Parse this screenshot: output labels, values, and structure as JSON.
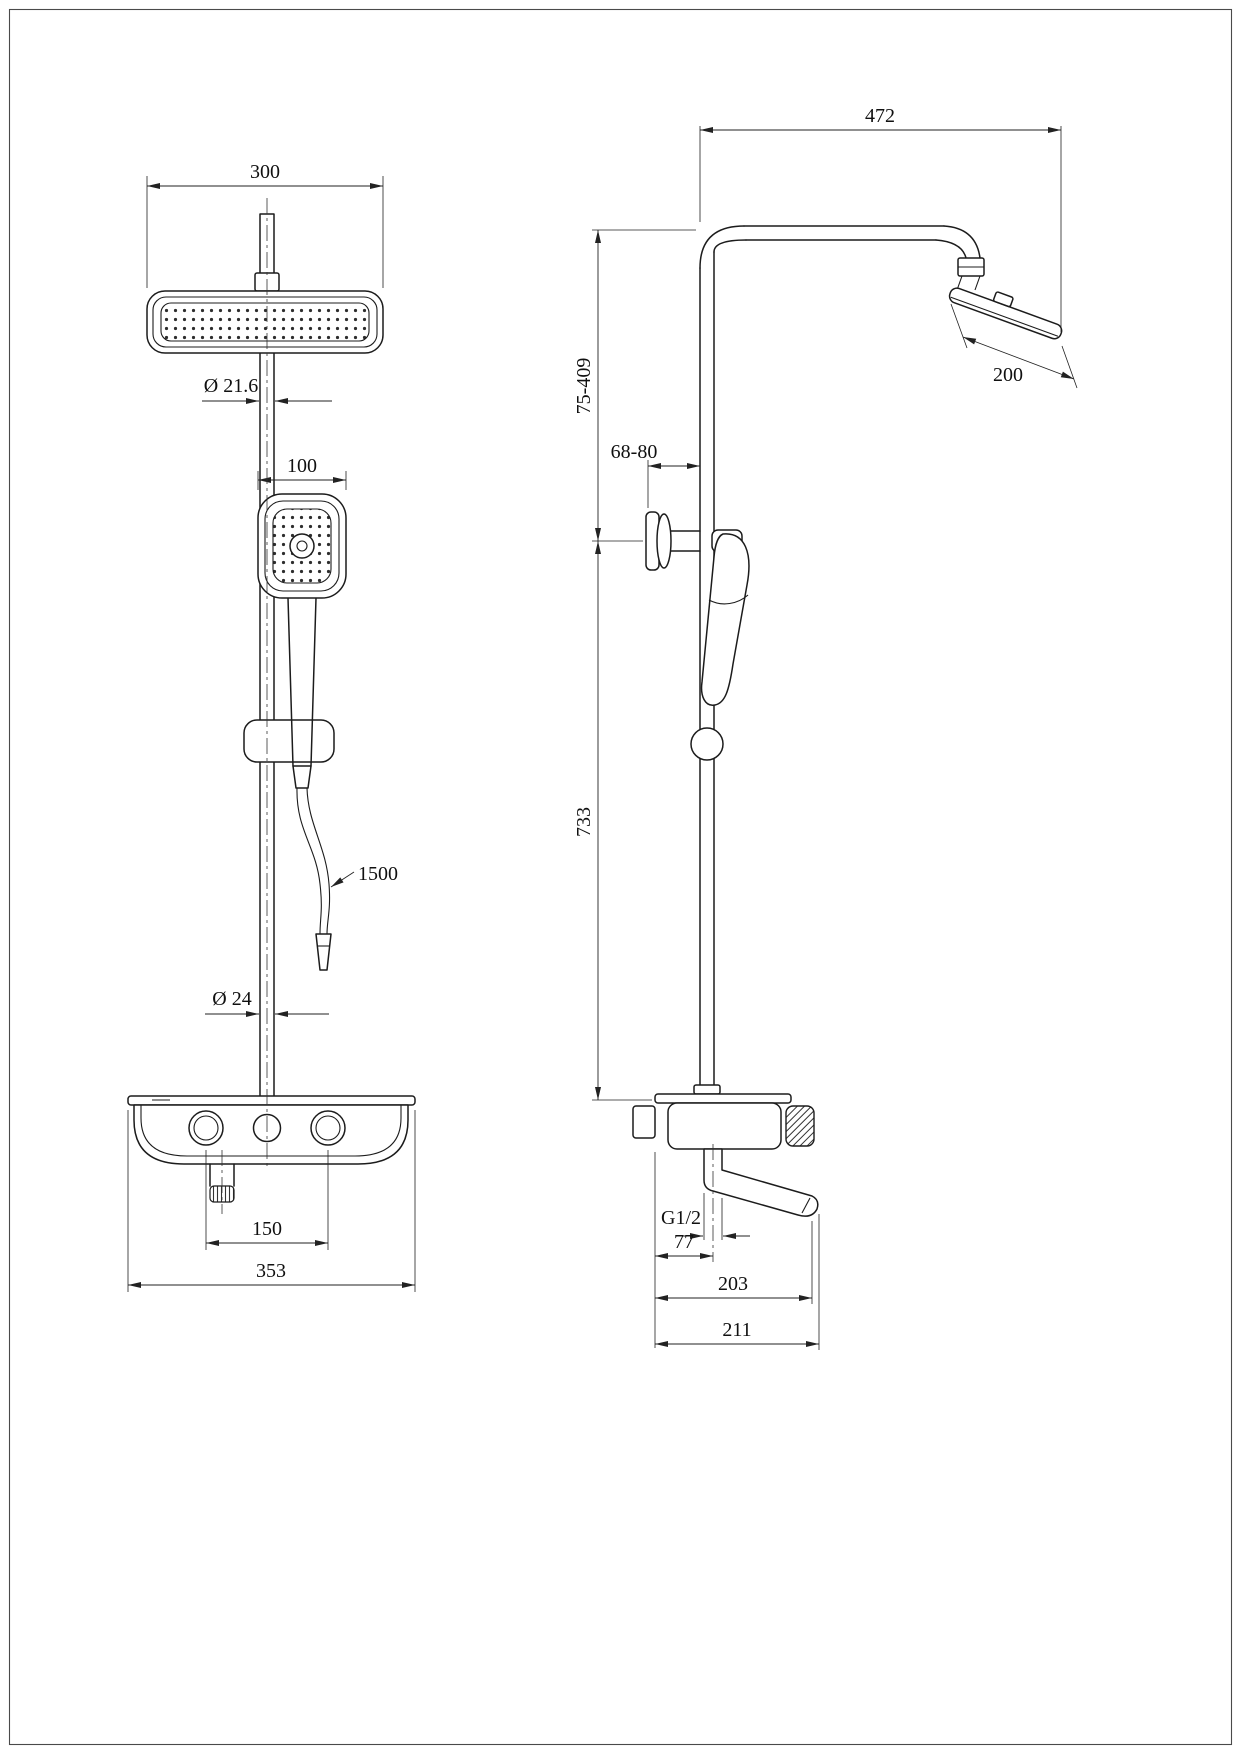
{
  "drawing": {
    "front_view": {
      "head_width": "300",
      "riser_diameter": "Ø 21.6",
      "hand_shower_width": "100",
      "hose_length": "1500",
      "lower_pipe_diameter": "Ø 24",
      "knob_spacing": "150",
      "deck_width": "353"
    },
    "side_view": {
      "arm_reach": "472",
      "height_range": "75-409",
      "bracket_range": "68-80",
      "head_size": "200",
      "column_height": "733",
      "thread": "G1/2",
      "spout_offset": "77",
      "spout_reach": "203",
      "overall_depth": "211"
    }
  }
}
